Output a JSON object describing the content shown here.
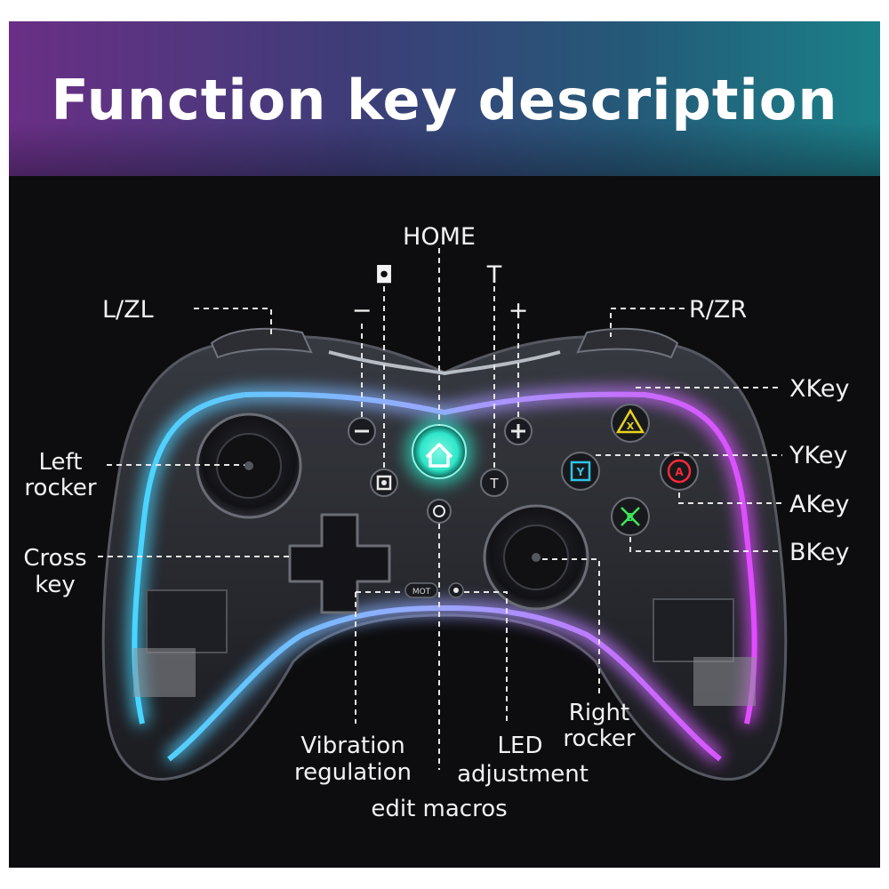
{
  "title": "Function key description",
  "labels": {
    "home": "HOME",
    "capture": "◘",
    "turbo": "T",
    "minus": "−",
    "plus": "+",
    "l_zl": "L/ZL",
    "r_zr": "R/ZR",
    "x_key": "XKey",
    "y_key": "YKey",
    "a_key": "AKey",
    "b_key": "BKey",
    "left_rocker_1": "Left",
    "left_rocker_2": "rocker",
    "cross_key_1": "Cross",
    "cross_key_2": "key",
    "right_rocker_1": "Right",
    "right_rocker_2": "rocker",
    "vibration_1": "Vibration",
    "vibration_2": "regulation",
    "led_1": "LED",
    "led_2": "adjustment",
    "macros": "edit macros"
  },
  "controller": {
    "btn_x": "X",
    "btn_y": "Y",
    "btn_a": "A",
    "btn_b": "B",
    "btn_turbo": "T",
    "btn_mot": "MOT"
  },
  "colors": {
    "glow_left": "#47d6ff",
    "glow_right": "#e04cff",
    "home_glow": "#2ee6c8",
    "x_color": "#e8d21c",
    "y_color": "#2ec6e6",
    "a_color": "#ff2a3a",
    "b_color": "#3ee85a"
  }
}
